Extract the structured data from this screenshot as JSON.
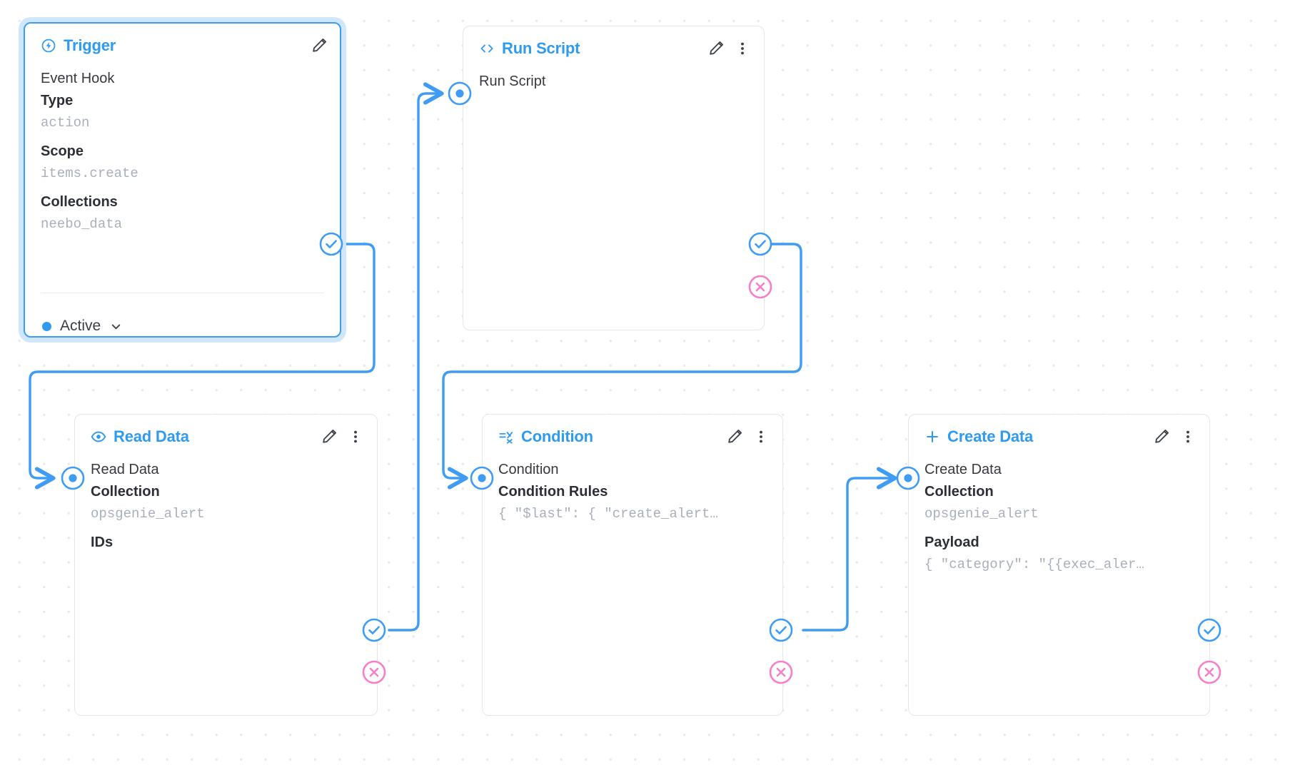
{
  "canvas": {
    "background": "#ffffff",
    "dot_color": "#e7e9ec",
    "accent": "#2f9bf0",
    "edge_color": "#3f9cf4",
    "reject_color": "#f77fc8",
    "muted_text": "#a9afbb"
  },
  "icons": {
    "edit": "pencil-icon",
    "more": "more-vertical-icon",
    "trigger": "bolt-circle-icon",
    "run_script": "code-brackets-icon",
    "read_data": "eye-icon",
    "condition": "filter-rules-icon",
    "create_data": "plus-icon",
    "handle_in": "input-handle-icon",
    "handle_resolve": "resolve-check-handle-icon",
    "handle_reject": "reject-x-handle-icon",
    "chevron": "chevron-down-icon"
  },
  "nodes": [
    {
      "id": "trigger",
      "title": "Trigger",
      "icon": "bolt-circle-icon",
      "selected": true,
      "row_name": "Event Hook",
      "fields": [
        {
          "label": "Type",
          "value": "action"
        },
        {
          "label": "Scope",
          "value": "items.create"
        },
        {
          "label": "Collections",
          "value": "neebo_data"
        }
      ],
      "status": "Active",
      "has_more_menu": false
    },
    {
      "id": "run-script",
      "title": "Run Script",
      "icon": "code-brackets-icon",
      "selected": false,
      "row_name": "Run Script",
      "fields": [],
      "has_more_menu": true
    },
    {
      "id": "read-data",
      "title": "Read Data",
      "icon": "eye-icon",
      "selected": false,
      "row_name": "Read Data",
      "fields": [
        {
          "label": "Collection",
          "value": "opsgenie_alert"
        },
        {
          "label": "IDs",
          "value": ""
        }
      ],
      "has_more_menu": true
    },
    {
      "id": "condition",
      "title": "Condition",
      "icon": "filter-rules-icon",
      "selected": false,
      "row_name": "Condition",
      "fields": [
        {
          "label": "Condition Rules",
          "value": "{ \"$last\": { \"create_alert…"
        }
      ],
      "has_more_menu": true
    },
    {
      "id": "create-data",
      "title": "Create Data",
      "icon": "plus-icon",
      "selected": false,
      "row_name": "Create Data",
      "fields": [
        {
          "label": "Collection",
          "value": "opsgenie_alert"
        },
        {
          "label": "Payload",
          "value": "{ \"category\": \"{{exec_aler…"
        }
      ],
      "has_more_menu": true
    }
  ]
}
